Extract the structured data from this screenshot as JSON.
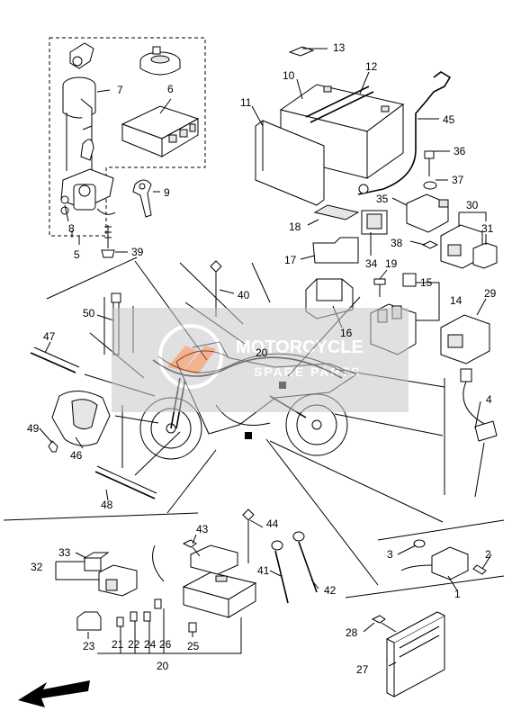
{
  "diagram": {
    "callouts": [
      {
        "id": "c1",
        "label": "1"
      },
      {
        "id": "c2",
        "label": "2"
      },
      {
        "id": "c3",
        "label": "3"
      },
      {
        "id": "c4",
        "label": "4"
      },
      {
        "id": "c5",
        "label": "5"
      },
      {
        "id": "c6",
        "label": "6"
      },
      {
        "id": "c7",
        "label": "7"
      },
      {
        "id": "c8",
        "label": "8"
      },
      {
        "id": "c9",
        "label": "9"
      },
      {
        "id": "c10",
        "label": "10"
      },
      {
        "id": "c11",
        "label": "11"
      },
      {
        "id": "c12",
        "label": "12"
      },
      {
        "id": "c13",
        "label": "13"
      },
      {
        "id": "c14",
        "label": "14"
      },
      {
        "id": "c15",
        "label": "15"
      },
      {
        "id": "c16",
        "label": "16"
      },
      {
        "id": "c17",
        "label": "17"
      },
      {
        "id": "c18",
        "label": "18"
      },
      {
        "id": "c19",
        "label": "19"
      },
      {
        "id": "c20a",
        "label": "20"
      },
      {
        "id": "c20b",
        "label": "20"
      },
      {
        "id": "c21",
        "label": "21"
      },
      {
        "id": "c22",
        "label": "22"
      },
      {
        "id": "c23",
        "label": "23"
      },
      {
        "id": "c24",
        "label": "24"
      },
      {
        "id": "c25",
        "label": "25"
      },
      {
        "id": "c26",
        "label": "26"
      },
      {
        "id": "c27",
        "label": "27"
      },
      {
        "id": "c28",
        "label": "28"
      },
      {
        "id": "c29",
        "label": "29"
      },
      {
        "id": "c30",
        "label": "30"
      },
      {
        "id": "c31",
        "label": "31"
      },
      {
        "id": "c32",
        "label": "32"
      },
      {
        "id": "c33",
        "label": "33"
      },
      {
        "id": "c34",
        "label": "34"
      },
      {
        "id": "c35",
        "label": "35"
      },
      {
        "id": "c36",
        "label": "36"
      },
      {
        "id": "c37",
        "label": "37"
      },
      {
        "id": "c38",
        "label": "38"
      },
      {
        "id": "c39",
        "label": "39"
      },
      {
        "id": "c40",
        "label": "40"
      },
      {
        "id": "c41",
        "label": "41"
      },
      {
        "id": "c42",
        "label": "42"
      },
      {
        "id": "c43",
        "label": "43"
      },
      {
        "id": "c44",
        "label": "44"
      },
      {
        "id": "c45",
        "label": "45"
      },
      {
        "id": "c46",
        "label": "46"
      },
      {
        "id": "c47",
        "label": "47"
      },
      {
        "id": "c48",
        "label": "48"
      },
      {
        "id": "c49",
        "label": "49"
      },
      {
        "id": "c50",
        "label": "50"
      }
    ],
    "watermark": {
      "brand": "MOTORCYCLE",
      "tagline": "SPARE PARTS"
    },
    "colors": {
      "line": "#000000",
      "watermark_box": "#c8c8c8",
      "watermark_logo": "#e8763a",
      "watermark_text": "#ffffff"
    }
  }
}
